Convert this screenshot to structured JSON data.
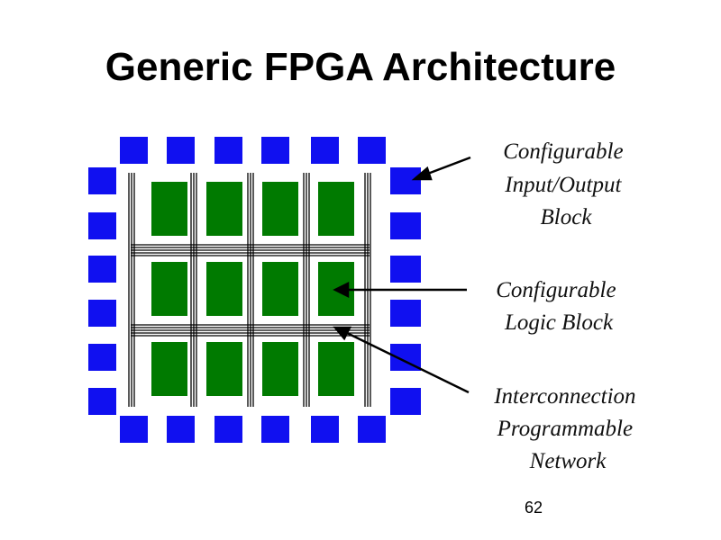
{
  "slide": {
    "title": "Generic FPGA Architecture",
    "page_number": "62"
  },
  "labels": {
    "io_block": [
      "Configurable",
      "Input/Output",
      "Block"
    ],
    "logic_block": [
      "Configurable",
      "Logic Block"
    ],
    "interconnect": [
      "Interconnection",
      "Programmable",
      "Network"
    ]
  },
  "colors": {
    "io_block": "#1010f0",
    "logic_block": "#007a00",
    "wire": "#000000"
  }
}
